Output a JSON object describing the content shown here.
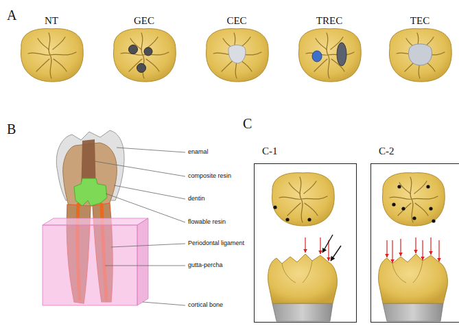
{
  "diagram": {
    "nodes": [
      {
        "text": [
          "C-1"
        ]
      },
      {
        "text": [
          "C-2"
        ]
      }
    ],
    "labels": [
      "A",
      "NT",
      "GEC",
      "CEC",
      "TREC",
      "TEC",
      "B",
      "enamal",
      "composite resin",
      "dentin",
      "flowable resin",
      "Periodontal ligament",
      "gutta-percha",
      "cortical bone",
      "C"
    ]
  }
}
